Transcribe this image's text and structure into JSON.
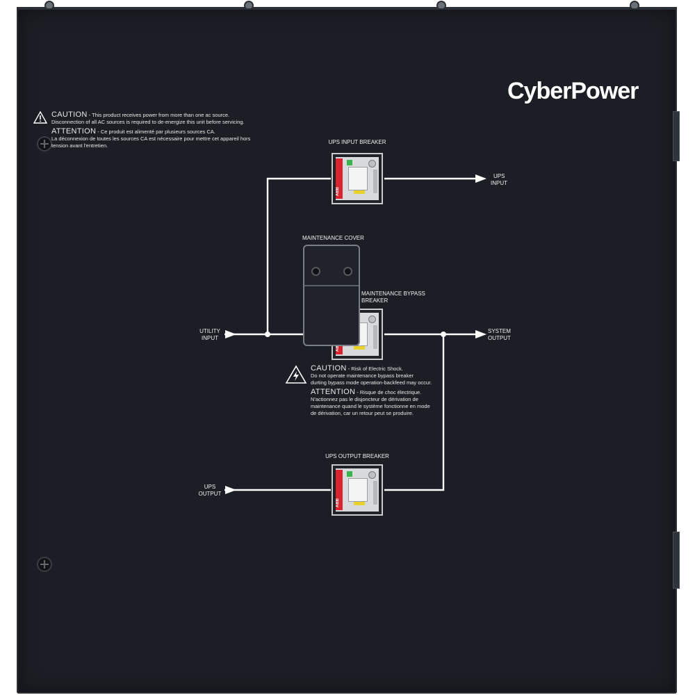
{
  "brand": {
    "logo_text": "CyberPower"
  },
  "top_caution": {
    "caution_title": "CAUTION",
    "caution_line1": " - This product receives power from more than one ac source.",
    "caution_line2": "Disconnection of all AC sources is required to de-energize this unit before servicing.",
    "attention_title": "ATTENTION",
    "attention_line1": " - Ce produit est alimenté par plusieurs sources CA.",
    "attention_line2": "La déconnexion de toutes les sources CA est nécessaire pour mettre cet appareil hors",
    "attention_line3": "tension avant l'entretien."
  },
  "breakers": {
    "ups_input": "UPS INPUT BREAKER",
    "maintenance_cover": "MAINTENANCE COVER",
    "maintenance_bypass_line1": "MAINTENANCE BYPASS",
    "maintenance_bypass_line2": "BREAKER",
    "ups_output": "UPS OUTPUT BREAKER",
    "brand_mark": "ABB"
  },
  "flow_labels": {
    "ups_input_line1": "UPS",
    "ups_input_line2": "INPUT",
    "utility_input_line1": "UTILITY",
    "utility_input_line2": "INPUT",
    "system_output_line1": "SYSTEM",
    "system_output_line2": "OUTPUT",
    "ups_output_line1": "UPS",
    "ups_output_line2": "OUTPUT"
  },
  "bypass_caution": {
    "caution_title": "CAUTION",
    "caution_line1": " - Risk of Electric Shock.",
    "caution_line2": "Do not operate maintenance bypass breaker",
    "caution_line3": "durting bypass mode operation-backfeed may occur.",
    "attention_title": "ATTENTION",
    "attention_line1": " - Risque de choc électrique.",
    "attention_line2": "N'actionnez pas le disjoncteur de dérivation de",
    "attention_line3": "maintenance quand le système fonctionne en mode",
    "attention_line4": "de dérivation, car un retour peut se produire."
  },
  "colors": {
    "panel": "#1b1e24",
    "wire": "#ffffff",
    "breaker_red": "#d9232e"
  }
}
